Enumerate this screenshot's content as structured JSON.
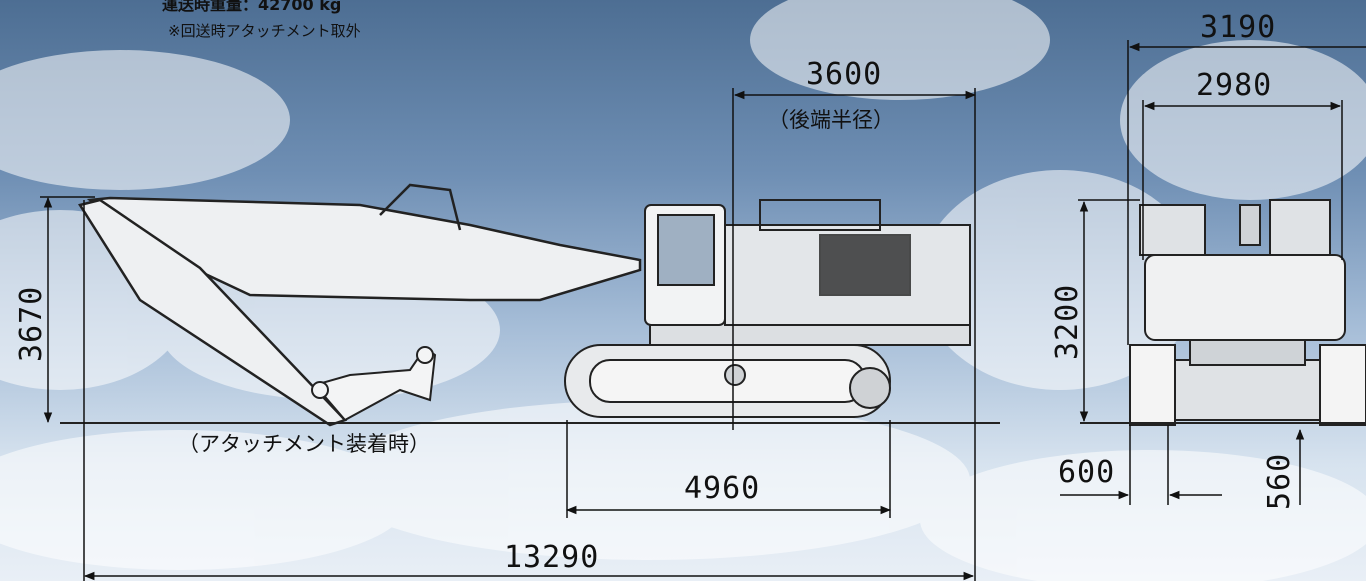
{
  "notes": {
    "weight": "運送時重量：42700 kg",
    "removed": "※回送時アタッチメント取外"
  },
  "dimensions": {
    "tail_radius": "3600",
    "tail_radius_label": "（後端半径）",
    "height_with_attachment": "3670",
    "attachment_label": "（アタッチメント装着時）",
    "crawler_length": "4960",
    "overall_length": "13290",
    "overall_width": "3190",
    "upper_width": "2980",
    "overall_height": "3200",
    "shoe_width": "600",
    "ground_clearance": "560"
  },
  "colors": {
    "line": "#111111",
    "machine": "#e6e8ea"
  }
}
